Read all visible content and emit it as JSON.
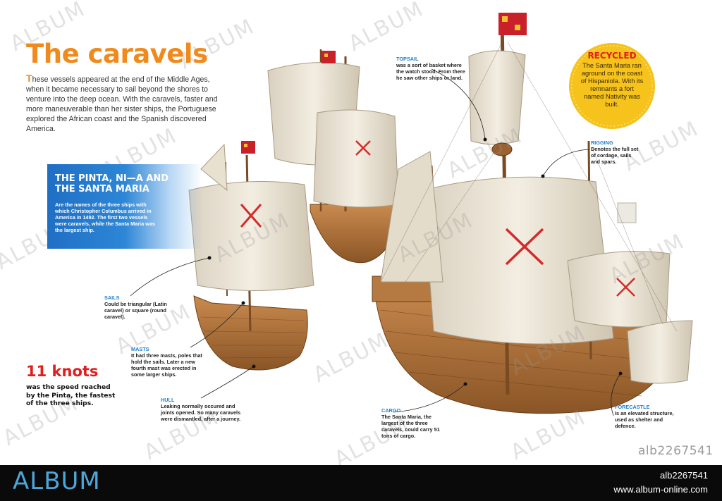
{
  "title": "The caravels",
  "intro": {
    "first_letter": "T",
    "text": "hese vessels appeared at the end of the Middle Ages, when it became necessary to sail beyond the shores to venture into the deep ocean. With the caravels, faster and more maneuverable than her sister ships, the Portuguese explored the African coast and the Spanish discovered America."
  },
  "ships_box": {
    "title": "THE PINTA, NI—A AND THE SANTA MARIA",
    "text": "Are the names of the three ships with which Christopher Columbus arrived in America in 1492. The first two vessels were caravels, while the Santa Maria was the largest ship."
  },
  "labels": {
    "sails": {
      "heading": "SAILS",
      "text": "Could be triangular (Latin caravel) or square (round caravel)."
    },
    "masts": {
      "heading": "MASTS",
      "text": "It had three masts, poles that hold the sails. Later a new fourth mast was erected in some larger ships."
    },
    "hull": {
      "heading": "HULL",
      "text": "Leaking normally occured and joints opened. So many caravels were dismantled, after a journey."
    },
    "topsail": {
      "heading": "TOPSAIL",
      "text": "was a sort of basket where the watch stood. From there he saw other ships or land."
    },
    "rigging": {
      "heading": "RIGGING",
      "text": "Denotes the full set of cordage, sails and spars."
    },
    "cargo": {
      "heading": "CARGO",
      "text": "The Santa Maria, the largest of the three caravels, could carry 51 tons of cargo."
    },
    "forecastle": {
      "heading": "FORECASTLE",
      "text": "Is an elevated structure, used as shelter and defence."
    }
  },
  "knots": {
    "value": "11 knots",
    "text": "was the speed reached by the Pinta, the fastest of the three ships."
  },
  "recycled": {
    "title": "RECYCLED",
    "text": "The Santa Maria ran aground on the coast of Hispaniola. With its remnants a fort named Nativity was built."
  },
  "image_code": "alb2267541",
  "footer": {
    "logo": "ALBUM",
    "code": "alb2267541",
    "url": "www.album-online.com"
  },
  "watermark": "ALBUM",
  "colors": {
    "accent_orange": "#f08a1c",
    "label_blue": "#1e7fd0",
    "knots_red": "#e01e1e",
    "badge_yellow": "#f6c21c",
    "box_blue": "#1f6fc4",
    "footer_bg": "#0a0a0a",
    "footer_logo": "#4da6d9"
  }
}
